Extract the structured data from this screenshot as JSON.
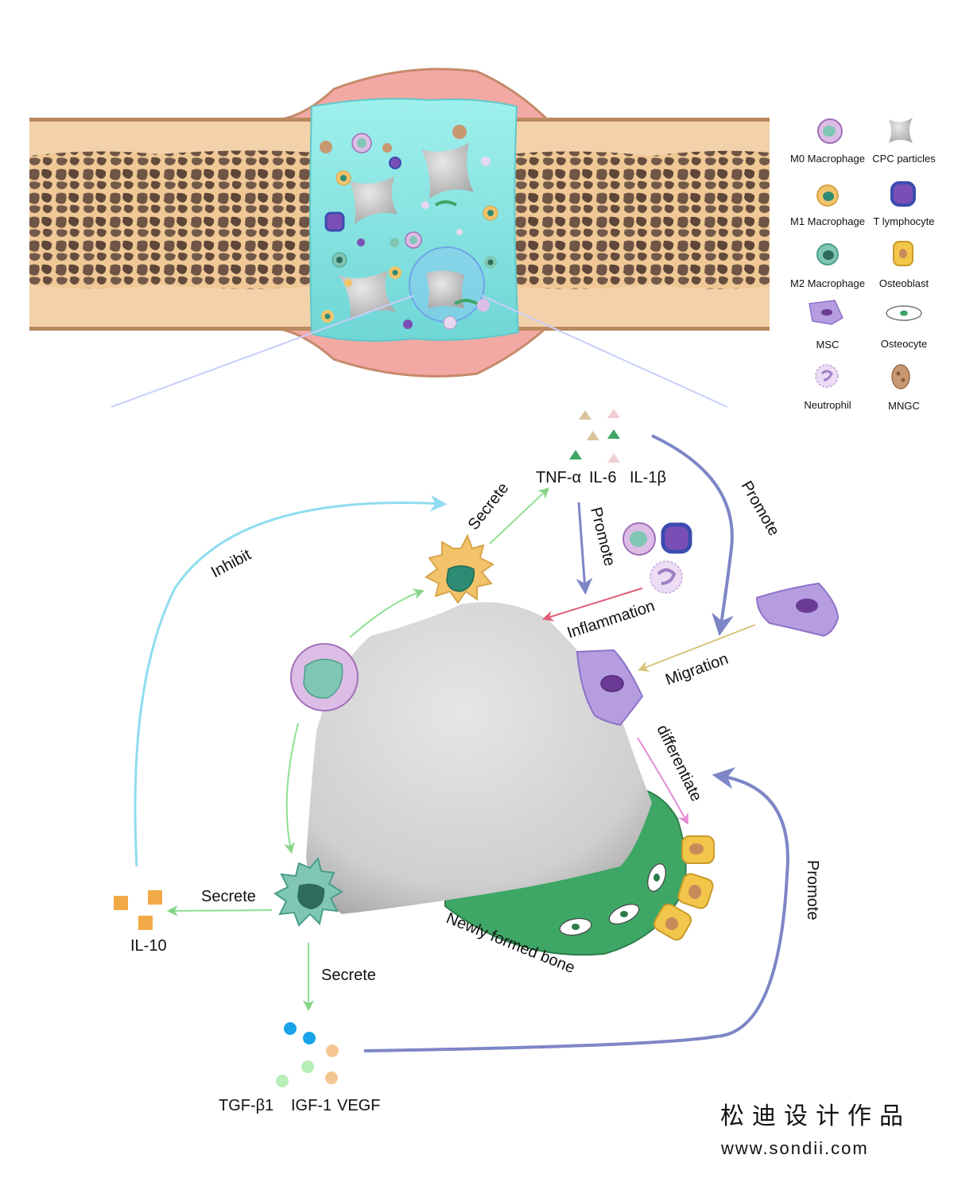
{
  "legend": {
    "m0_macrophage": "M0 Macrophage",
    "cpc_particles": "CPC particles",
    "m1_macrophage": "M1 Macrophage",
    "t_lymphocyte": "T lymphocyte",
    "m2_macrophage": "M2 Macrophage",
    "osteoblast": "Osteoblast",
    "msc": "MSC",
    "osteocyte": "Osteocyte",
    "neutrophil": "Neutrophil",
    "mngc": "MNGC"
  },
  "labels": {
    "tnf_alpha": "TNF-α",
    "il_6": "IL-6",
    "il_1b": "IL-1β",
    "secrete_m1": "Secrete",
    "inhibit": "Inhibit",
    "promote_inflammation": "Promote",
    "promote_migration": "Promote",
    "inflammation": "Inflammation",
    "migration": "Migration",
    "differentiate": "differentiate",
    "secrete_il10": "Secrete",
    "il_10": "IL-10",
    "secrete_growth": "Secrete",
    "newly_formed_bone": "Newly formed bone",
    "promote_bone": "Promote",
    "tgf_b1": "TGF-β1",
    "igf_1": "IGF-1",
    "vegf": "VEGF"
  },
  "watermark": {
    "chinese": "松迪设计作品",
    "url": "www.sondii.com"
  },
  "colors": {
    "bone_cortex": "#f3cfa4",
    "bone_marrow": "#6b5343",
    "gel": "#7fe3e0",
    "periosteum": "#f2a9a4",
    "cpc_particle": "#c8c8c8",
    "new_bone": "#3fa766",
    "osteoblast": "#f2c64a",
    "msc": "#b59de0",
    "m1": "#f2c36a",
    "m2": "#7fc7b4",
    "m0": "#dcbde6",
    "arrow_promote": "#7d86c6",
    "arrow_inhibit": "#8fdcf0",
    "arrow_secrete": "#8fe08f",
    "arrow_inflammation": "#e0607a",
    "arrow_differentiate": "#e58ad6"
  }
}
